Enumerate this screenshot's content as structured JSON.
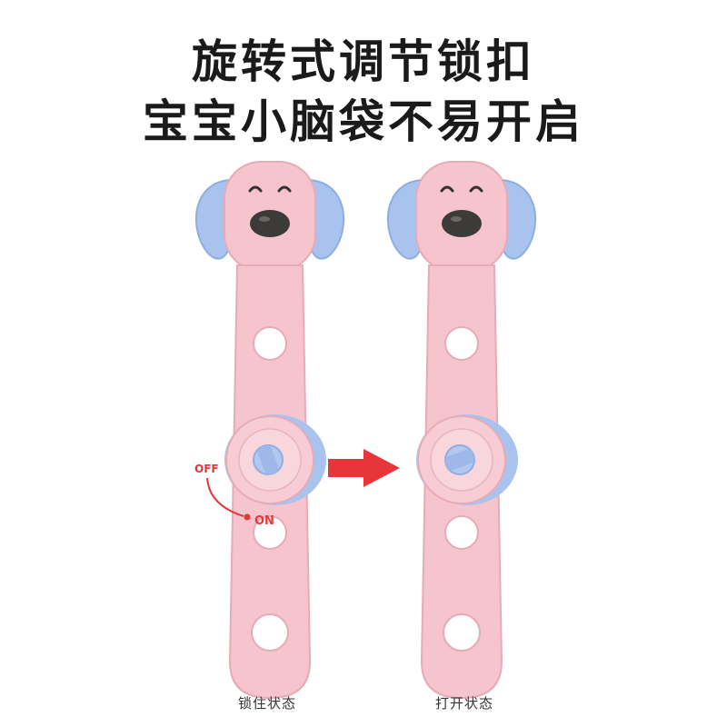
{
  "headline": {
    "line1": "旋转式调节锁扣",
    "line2": "宝宝小脑袋不易开启"
  },
  "dial_labels": {
    "off": "OFF",
    "on": "ON"
  },
  "captions": {
    "locked": "锁住状态",
    "open": "打开状态"
  },
  "colors": {
    "strap": "#f3c6cf",
    "ears": "#a9c3ef",
    "accent_red": "#e8353a"
  },
  "icons": [
    "dog-face-icon",
    "arrow-right-icon",
    "rotation-arc-icon"
  ]
}
